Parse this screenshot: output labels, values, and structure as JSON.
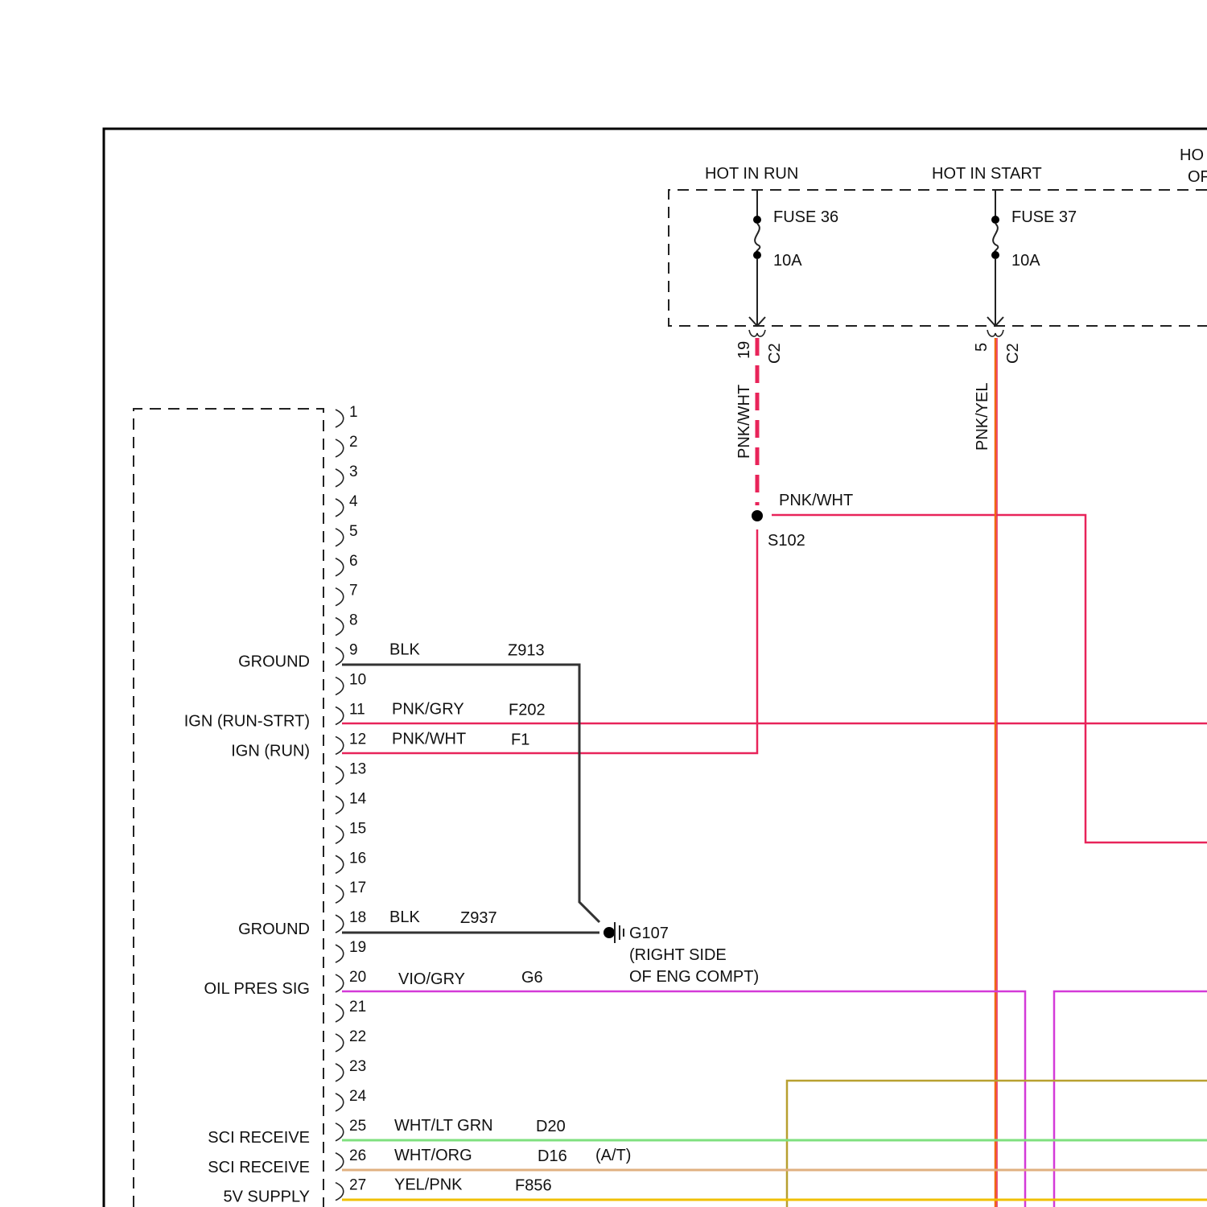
{
  "fuse_box": {
    "hot_in_run": "HOT IN RUN",
    "hot_in_start": "HOT IN START",
    "hot_other_line1": "HO",
    "hot_other_line2": "OF",
    "fuse36": {
      "name": "FUSE 36",
      "rating": "10A"
    },
    "fuse37": {
      "name": "FUSE 37",
      "rating": "10A"
    }
  },
  "connectors": {
    "c2_left": {
      "pin": "19",
      "name": "C2"
    },
    "c2_right": {
      "pin": "5",
      "name": "C2"
    }
  },
  "splice": {
    "id": "S102",
    "wire_label": "PNK/WHT"
  },
  "vertical_wires": {
    "left_color": "PNK/WHT",
    "right_color": "PNK/YEL"
  },
  "module_pins": [
    {
      "pin": "1",
      "label": "",
      "color": "",
      "circuit": ""
    },
    {
      "pin": "2",
      "label": "",
      "color": "",
      "circuit": ""
    },
    {
      "pin": "3",
      "label": "",
      "color": "",
      "circuit": ""
    },
    {
      "pin": "4",
      "label": "",
      "color": "",
      "circuit": ""
    },
    {
      "pin": "5",
      "label": "",
      "color": "",
      "circuit": ""
    },
    {
      "pin": "6",
      "label": "",
      "color": "",
      "circuit": ""
    },
    {
      "pin": "7",
      "label": "",
      "color": "",
      "circuit": ""
    },
    {
      "pin": "8",
      "label": "",
      "color": "",
      "circuit": ""
    },
    {
      "pin": "9",
      "label": "GROUND",
      "color": "BLK",
      "circuit": "Z913"
    },
    {
      "pin": "10",
      "label": "",
      "color": "",
      "circuit": ""
    },
    {
      "pin": "11",
      "label": "IGN (RUN-STRT)",
      "color": "PNK/GRY",
      "circuit": "F202"
    },
    {
      "pin": "12",
      "label": "IGN (RUN)",
      "color": "PNK/WHT",
      "circuit": "F1"
    },
    {
      "pin": "13",
      "label": "",
      "color": "",
      "circuit": ""
    },
    {
      "pin": "14",
      "label": "",
      "color": "",
      "circuit": ""
    },
    {
      "pin": "15",
      "label": "",
      "color": "",
      "circuit": ""
    },
    {
      "pin": "16",
      "label": "",
      "color": "",
      "circuit": ""
    },
    {
      "pin": "17",
      "label": "",
      "color": "",
      "circuit": ""
    },
    {
      "pin": "18",
      "label": "GROUND",
      "color": "BLK",
      "circuit": "Z937"
    },
    {
      "pin": "19",
      "label": "",
      "color": "",
      "circuit": ""
    },
    {
      "pin": "20",
      "label": "OIL PRES SIG",
      "color": "VIO/GRY",
      "circuit": "G6"
    },
    {
      "pin": "21",
      "label": "",
      "color": "",
      "circuit": ""
    },
    {
      "pin": "22",
      "label": "",
      "color": "",
      "circuit": ""
    },
    {
      "pin": "23",
      "label": "",
      "color": "",
      "circuit": ""
    },
    {
      "pin": "24",
      "label": "",
      "color": "",
      "circuit": ""
    },
    {
      "pin": "25",
      "label": "SCI RECEIVE",
      "color": "WHT/LT GRN",
      "circuit": "D20"
    },
    {
      "pin": "26",
      "label": "SCI RECEIVE",
      "color": "WHT/ORG",
      "circuit": "D16"
    },
    {
      "pin": "27",
      "label": "5V SUPPLY",
      "color": "YEL/PNK",
      "circuit": "F856"
    }
  ],
  "pin26_note": "(A/T)",
  "ground": {
    "id": "G107",
    "location_line1": "(RIGHT SIDE",
    "location_line2": "OF ENG COMPT)"
  },
  "wire_colors": {
    "black": "#333333",
    "pink_red": "#e8245a",
    "violet": "#d43ad8",
    "green": "#7fe07f",
    "orange_tan": "#e0b080",
    "yellow": "#f0c000",
    "olive": "#b8a030",
    "orange": "#f06a10"
  }
}
